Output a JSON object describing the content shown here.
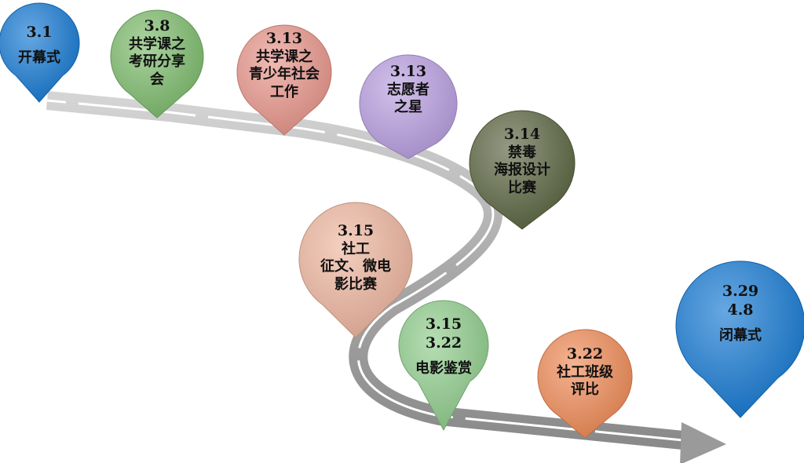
{
  "milestones": [
    {
      "dates": [
        "3.1"
      ],
      "lines": [
        "开幕式"
      ],
      "color": "#1478d2"
    },
    {
      "dates": [
        "3.8"
      ],
      "lines": [
        "共学课之",
        "考研分享",
        "会"
      ],
      "color": "#7cbc6c"
    },
    {
      "dates": [
        "3.13"
      ],
      "lines": [
        "共学课之",
        "青少年社会",
        "工作"
      ],
      "color": "#e8958a"
    },
    {
      "dates": [
        "3.13"
      ],
      "lines": [
        "志愿者",
        "之星"
      ],
      "color": "#b89ee0"
    },
    {
      "dates": [
        "3.14"
      ],
      "lines": [
        "禁毒",
        "海报设计",
        "比赛"
      ],
      "color": "#5a6440"
    },
    {
      "dates": [
        "3.15"
      ],
      "lines": [
        "社工",
        "征文、微电",
        "影比赛"
      ],
      "color": "#eeb59e"
    },
    {
      "dates": [
        "3.15",
        "3.22"
      ],
      "lines": [
        "电影鉴赏"
      ],
      "color": "#8fcc8c"
    },
    {
      "dates": [
        "3.22"
      ],
      "lines": [
        "社工班级",
        "评比"
      ],
      "color": "#ef8a55"
    },
    {
      "dates": [
        "3.29",
        "4.8"
      ],
      "lines": [
        "闭幕式"
      ],
      "color": "#1478d2"
    }
  ]
}
